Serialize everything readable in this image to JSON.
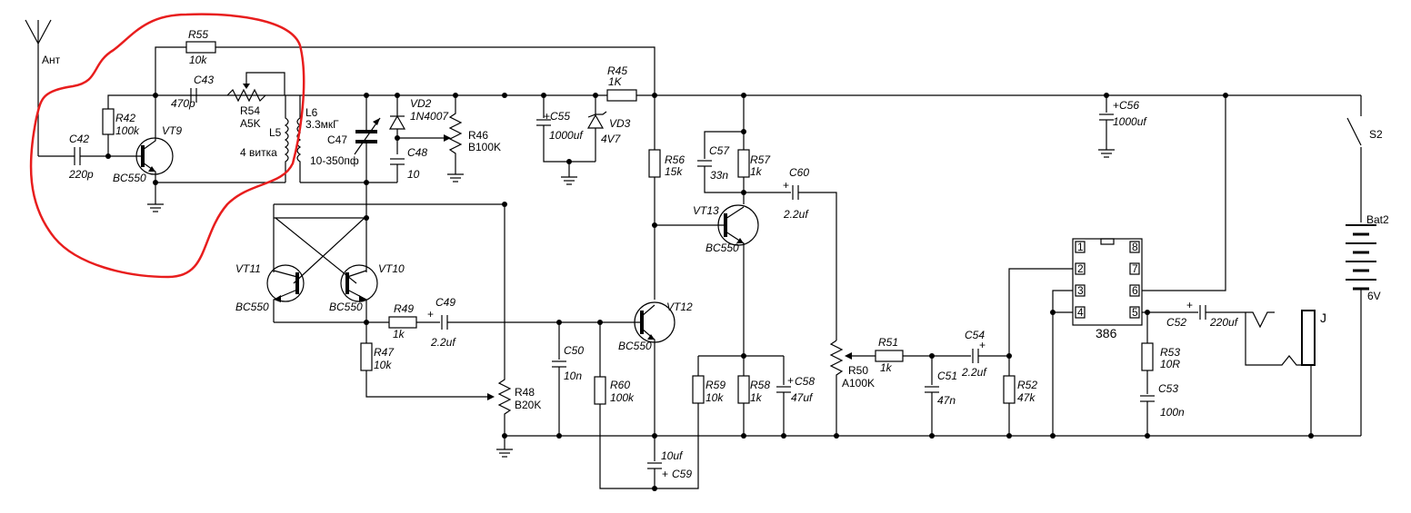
{
  "antenna": "Ант",
  "components": {
    "R55": {
      "ref": "R55",
      "val": "10k"
    },
    "R42": {
      "ref": "R42",
      "val": "100k"
    },
    "C42": {
      "ref": "C42",
      "val": "220p"
    },
    "C43": {
      "ref": "C43",
      "val": "470p"
    },
    "R54": {
      "ref": "R54",
      "val": "A5K"
    },
    "VT9": {
      "ref": "VT9",
      "val": "BC550"
    },
    "L5": {
      "ref": "L5",
      "val": "4 витка"
    },
    "L6": {
      "ref": "L6",
      "val": "3.3мкГ"
    },
    "C47": {
      "ref": "C47",
      "val": "10-350пф"
    },
    "VD2": {
      "ref": "VD2",
      "val": "1N4007"
    },
    "C48": {
      "ref": "C48",
      "val": "10"
    },
    "R46": {
      "ref": "R46",
      "val": "B100K"
    },
    "C55": {
      "ref": "C55",
      "val": "1000uf"
    },
    "VD3": {
      "ref": "VD3",
      "val": "4V7"
    },
    "R45": {
      "ref": "R45",
      "val": "1K"
    },
    "R56": {
      "ref": "R56",
      "val": "15k"
    },
    "C57": {
      "ref": "C57",
      "val": "33n"
    },
    "R57": {
      "ref": "R57",
      "val": "1k"
    },
    "C60": {
      "ref": "C60",
      "val": "2.2uf"
    },
    "C56": {
      "ref": "C56",
      "val": "1000uf"
    },
    "S2": {
      "ref": "S2"
    },
    "BAT2": {
      "ref": "Bat2",
      "val": "6V"
    },
    "VT13": {
      "ref": "VT13",
      "val": "BC550"
    },
    "VT11": {
      "ref": "VT11",
      "val": "BC550"
    },
    "VT10": {
      "ref": "VT10",
      "val": "BC550"
    },
    "R49": {
      "ref": "R49",
      "val": "1k"
    },
    "C49": {
      "ref": "C49",
      "val": "2.2uf"
    },
    "VT12": {
      "ref": "VT12",
      "val": "BC550"
    },
    "R47": {
      "ref": "R47",
      "val": "10k"
    },
    "R48": {
      "ref": "R48",
      "val": "B20K"
    },
    "C50": {
      "ref": "C50",
      "val": "10n"
    },
    "R60": {
      "ref": "R60",
      "val": "100k"
    },
    "C59": {
      "ref": "C59",
      "val": "10uf"
    },
    "R59": {
      "ref": "R59",
      "val": "10k"
    },
    "R58": {
      "ref": "R58",
      "val": "1k"
    },
    "C58": {
      "ref": "C58",
      "val": "47uf"
    },
    "R50": {
      "ref": "R50",
      "val": "A100K"
    },
    "R51": {
      "ref": "R51",
      "val": "1k"
    },
    "C51": {
      "ref": "C51",
      "val": "47n"
    },
    "C54": {
      "ref": "C54",
      "val": "2.2uf"
    },
    "R52": {
      "ref": "R52",
      "val": "47k"
    },
    "C52": {
      "ref": "C52",
      "val": "220uf"
    },
    "R53": {
      "ref": "R53",
      "val": "10R"
    },
    "C53": {
      "ref": "C53",
      "val": "100n"
    },
    "J": {
      "ref": "J"
    }
  },
  "ic": {
    "name": "386",
    "pins": [
      "1",
      "2",
      "3",
      "4",
      "5",
      "6",
      "7",
      "8"
    ]
  },
  "plus": "+"
}
